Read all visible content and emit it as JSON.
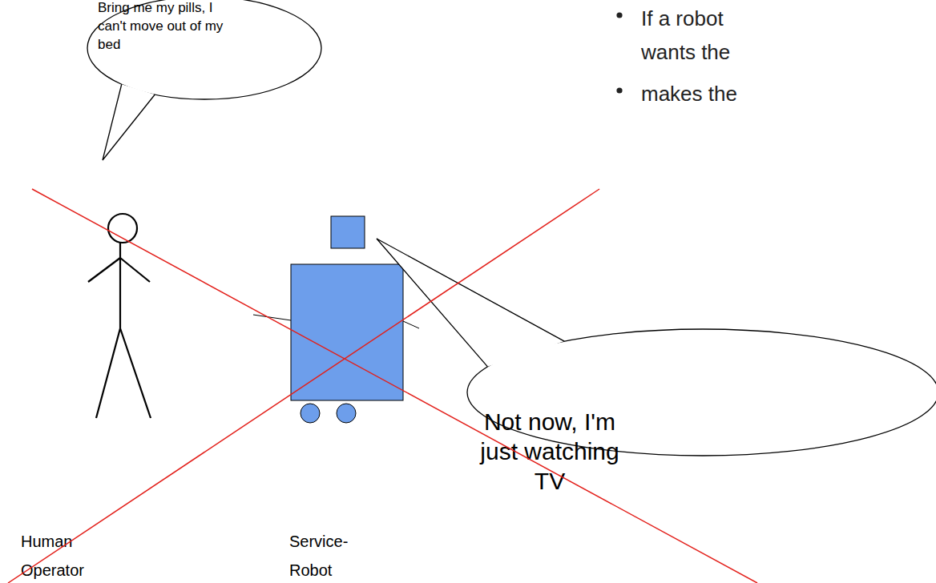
{
  "diagram": {
    "nodes": [
      {
        "text": [
          "Bring me my pills, I can't move out of my bed"
        ]
      },
      {
        "text": [
          "Human Operator"
        ]
      },
      {
        "text": [
          "Service-Robot"
        ]
      },
      {
        "text": [
          "Not now, I'm just watching TV"
        ]
      }
    ],
    "edges": [
      {
        "from": 0,
        "to": 1,
        "arrow": "none"
      },
      {
        "from": 3,
        "to": 2,
        "arrow": "none"
      }
    ],
    "labels": [
      "If a robot wants the",
      "makes the"
    ]
  }
}
